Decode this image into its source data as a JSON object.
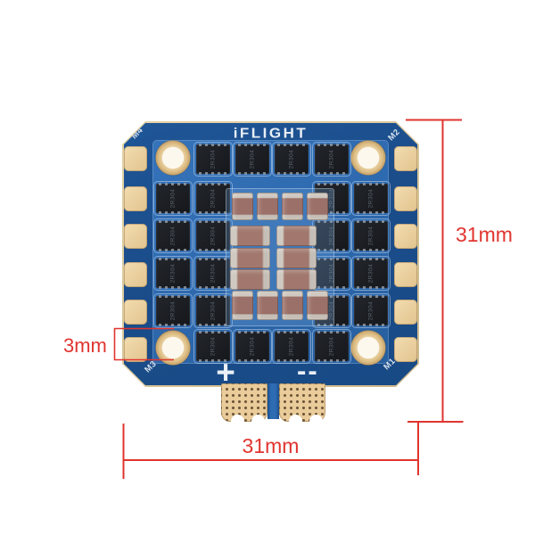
{
  "annotations": {
    "color": "#e0342f",
    "height_label": "31mm",
    "width_label": "31mm",
    "pad_height_label": "3mm"
  },
  "board": {
    "brand_label": "iFLIGHT",
    "motor_labels": {
      "top_left": "M4",
      "top_right": "M2",
      "bottom_left": "M3",
      "bottom_right": "M1"
    },
    "polarity_positive": "+",
    "polarity_negative": "--",
    "chip_marking": "2R304",
    "colors": {
      "pcb_blue": "#2d68ad",
      "pcb_dark_blue": "#1b4d8b",
      "pad_gold": "#e9cc9a",
      "chip_black": "#1b1d22",
      "capacitor_brown": "#9b7068",
      "silkscreen_white": "#e9eff6"
    }
  }
}
